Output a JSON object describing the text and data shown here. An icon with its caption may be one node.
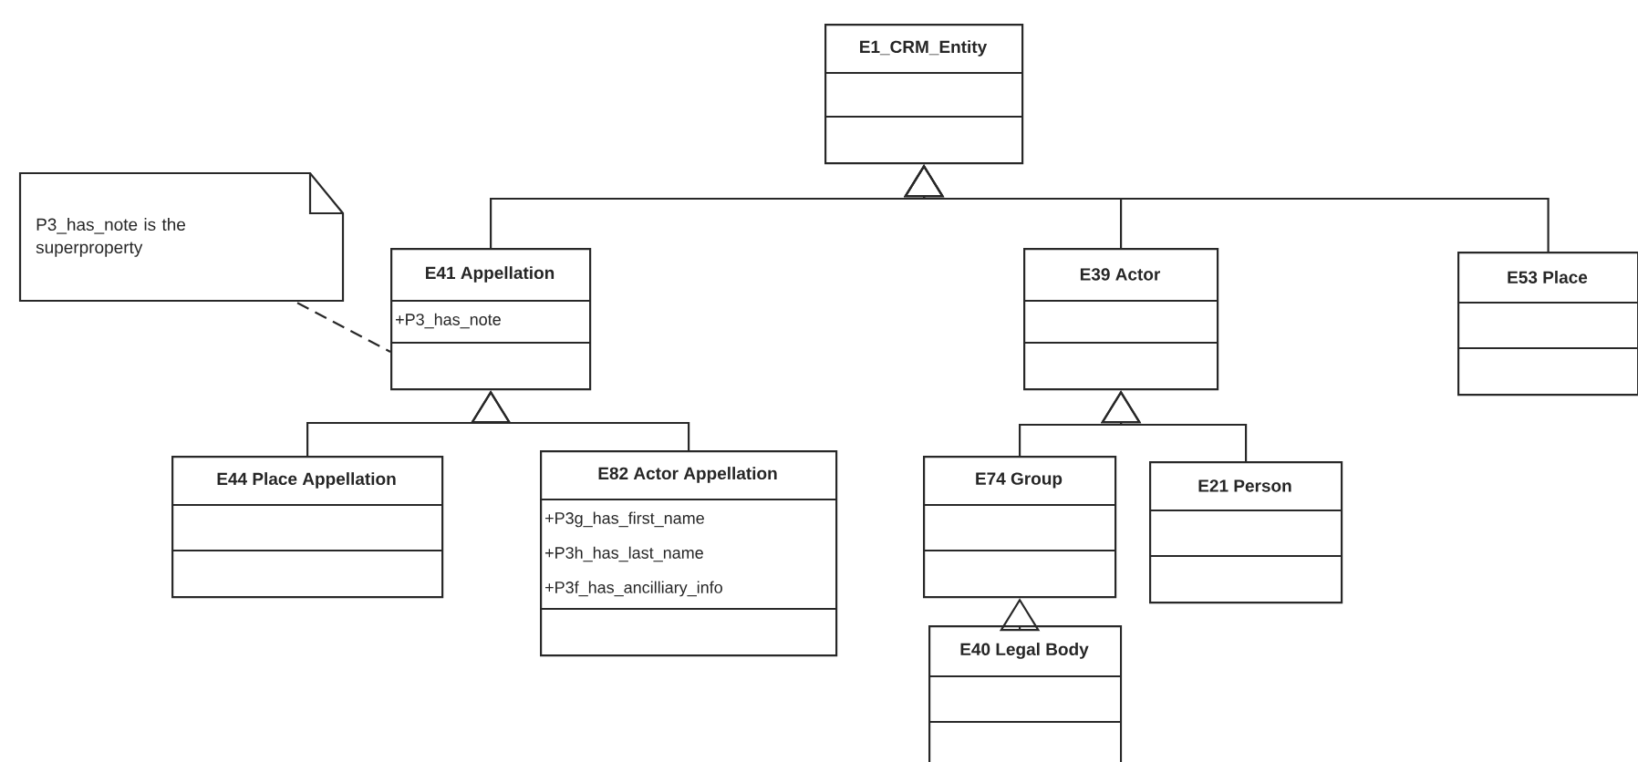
{
  "diagram": {
    "nodes": [
      {
        "text": [
          "E1_CRM_Entity"
        ]
      },
      {
        "text": [
          "P3_has_note is the superproperty"
        ]
      },
      {
        "text": [
          "E41 Appellation",
          "+P3_has_note"
        ]
      },
      {
        "text": [
          "E39 Actor"
        ]
      },
      {
        "text": [
          "E53 Place"
        ]
      },
      {
        "text": [
          "E44 Place Appellation"
        ]
      },
      {
        "text": [
          "E82 Actor Appellation",
          "+P3g_has_first_name",
          "+P3h_has_last_name",
          "+P3f_has_ancilliary_info"
        ]
      },
      {
        "text": [
          "E74 Group"
        ]
      },
      {
        "text": [
          "E21 Person"
        ]
      },
      {
        "text": [
          "E40 Legal Body"
        ]
      }
    ],
    "edges": [
      {
        "from": 2,
        "to": 0,
        "arrow": "to"
      },
      {
        "from": 3,
        "to": 0,
        "arrow": "to"
      },
      {
        "from": 4,
        "to": 0,
        "arrow": "to"
      },
      {
        "from": 1,
        "to": 2,
        "arrow": "none",
        "style": "dashed"
      },
      {
        "from": 5,
        "to": 2,
        "arrow": "to"
      },
      {
        "from": 6,
        "to": 2,
        "arrow": "to"
      },
      {
        "from": 7,
        "to": 3,
        "arrow": "to"
      },
      {
        "from": 8,
        "to": 3,
        "arrow": "to"
      },
      {
        "from": 9,
        "to": 7,
        "arrow": "to"
      }
    ]
  }
}
